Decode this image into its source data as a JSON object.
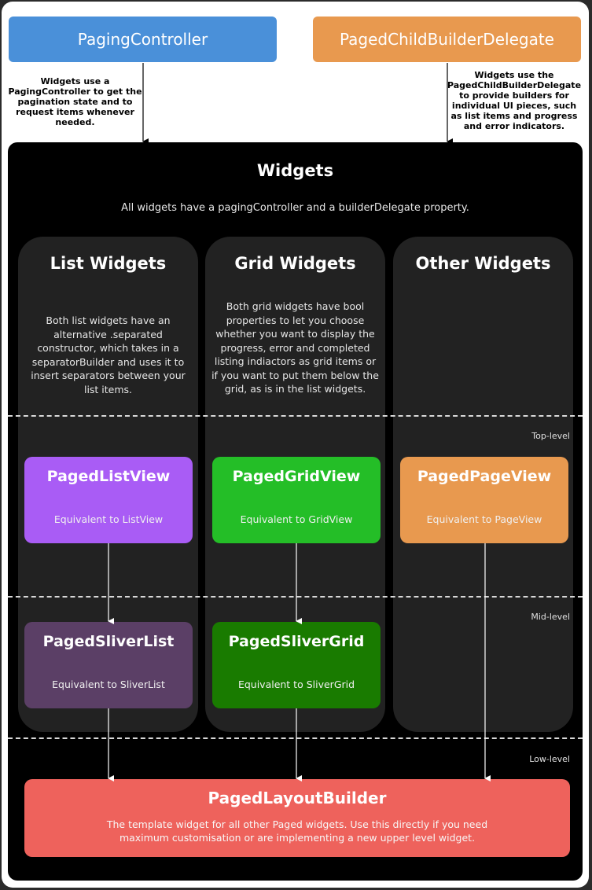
{
  "top": {
    "paging_controller": "PagingController",
    "builder_delegate": "PagedChildBuilderDelegate",
    "note_left": "Widgets use a PagingController to get the pagination state and to request items whenever needed.",
    "note_right": "Widgets use the PagedChildBuilderDelegate to provide builders for individual UI pieces, such as list items and progress and error indicators."
  },
  "widgets": {
    "title": "Widgets",
    "subtitle": "All widgets have a pagingController and a builderDelegate property."
  },
  "columns": [
    {
      "title": "List Widgets",
      "description": "Both list widgets have an alternative .separated constructor, which takes in a separatorBuilder and uses it to insert separators between your list items."
    },
    {
      "title": "Grid Widgets",
      "description": "Both grid widgets have bool properties to let you choose whether you want to display the progress, error and completed listing indiactors as grid items or if you want to put them below the grid, as is in the list widgets."
    },
    {
      "title": "Other Widgets",
      "description": ""
    }
  ],
  "levels": {
    "top": "Top-level",
    "mid": "Mid-level",
    "low": "Low-level"
  },
  "nodes": {
    "paged_list_view": {
      "title": "PagedListView",
      "subtitle": "Equivalent to ListView",
      "color": "#a95cf5"
    },
    "paged_grid_view": {
      "title": "PagedGridView",
      "subtitle": "Equivalent to GridView",
      "color": "#24be27"
    },
    "paged_page_view": {
      "title": "PagedPageView",
      "subtitle": "Equivalent to PageView",
      "color": "#e8994f"
    },
    "paged_sliver_list": {
      "title": "PagedSliverList",
      "subtitle": "Equivalent to SliverList",
      "color": "#5b3f66"
    },
    "paged_sliver_grid": {
      "title": "PagedSliverGrid",
      "subtitle": "Equivalent to SliverGrid",
      "color": "#197b00"
    },
    "paged_layout_builder": {
      "title": "PagedLayoutBuilder",
      "description": "The template widget for all other Paged widgets. Use this directly if you need maximum customisation or are implementing a new upper level widget.",
      "color": "#ee625c"
    }
  }
}
